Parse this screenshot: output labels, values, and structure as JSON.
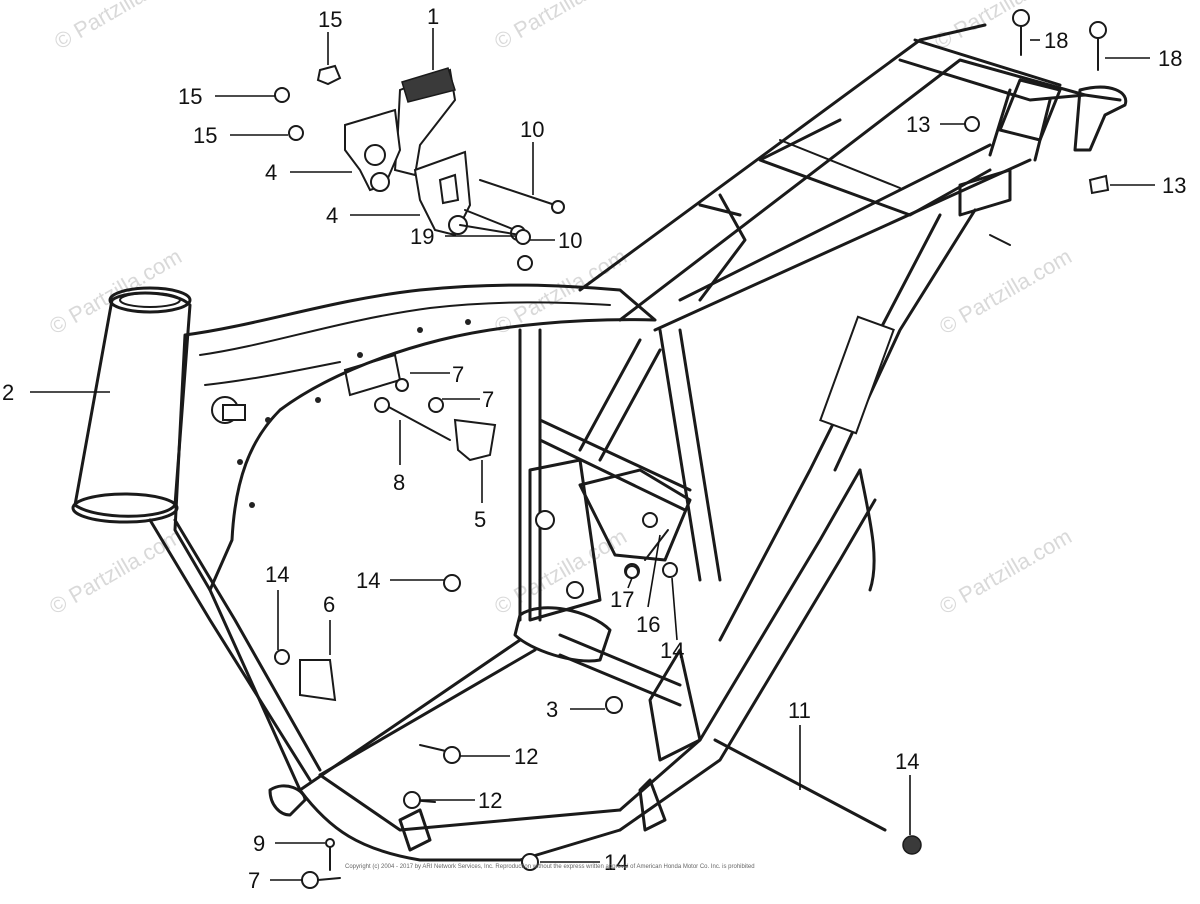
{
  "watermark": "© Partzilla.com",
  "copyright": "Copyright (c) 2004 - 2017 by ARI Network Services, Inc. Reproduction without the express written approval of American Honda Motor Co. Inc. is prohibited",
  "callouts": {
    "c1": "1",
    "c2": "2",
    "c3": "3",
    "c4a": "4",
    "c4b": "4",
    "c5": "5",
    "c6": "6",
    "c7a": "7",
    "c7b": "7",
    "c7c": "7",
    "c8": "8",
    "c9": "9",
    "c10a": "10",
    "c10b": "10",
    "c11": "11",
    "c12a": "12",
    "c12b": "12",
    "c13a": "13",
    "c13b": "13",
    "c14a": "14",
    "c14b": "14",
    "c14c": "14",
    "c14d": "14",
    "c14e": "14",
    "c15a": "15",
    "c15b": "15",
    "c15c": "15",
    "c16": "16",
    "c17": "17",
    "c18a": "18",
    "c18b": "18",
    "c19": "19"
  }
}
